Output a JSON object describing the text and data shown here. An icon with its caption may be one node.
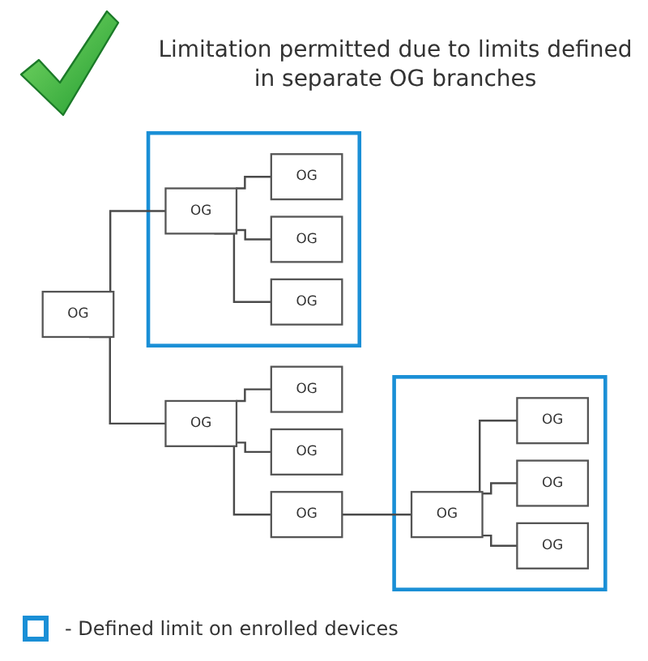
{
  "diagram": {
    "title": "Limitation permitted due to limits defined in separate OG branches",
    "nodes": [
      {
        "text": [
          "OG"
        ]
      },
      {
        "text": [],
        "shape": "box"
      },
      {
        "text": [
          "OG"
        ],
        "in": 1
      },
      {
        "text": [
          "OG"
        ],
        "in": 1
      },
      {
        "text": [
          "OG"
        ],
        "in": 1
      },
      {
        "text": [
          "OG"
        ],
        "in": 1
      },
      {
        "text": [
          "OG"
        ]
      },
      {
        "text": [
          "OG"
        ]
      },
      {
        "text": [
          "OG"
        ]
      },
      {
        "text": [
          "OG"
        ]
      },
      {
        "text": [],
        "shape": "box"
      },
      {
        "text": [
          "OG"
        ],
        "in": 10
      },
      {
        "text": [
          "OG"
        ],
        "in": 10
      },
      {
        "text": [
          "OG"
        ],
        "in": 10
      },
      {
        "text": [
          "OG"
        ],
        "in": 10
      }
    ],
    "edges": [
      {
        "from": 0,
        "to": 2,
        "arrow": "none"
      },
      {
        "from": 0,
        "to": 6,
        "arrow": "none"
      },
      {
        "from": 2,
        "to": 3,
        "arrow": "none"
      },
      {
        "from": 2,
        "to": 4,
        "arrow": "none"
      },
      {
        "from": 2,
        "to": 5,
        "arrow": "none"
      },
      {
        "from": 6,
        "to": 7,
        "arrow": "none"
      },
      {
        "from": 6,
        "to": 8,
        "arrow": "none"
      },
      {
        "from": 6,
        "to": 9,
        "arrow": "none"
      },
      {
        "from": 8,
        "to": 11,
        "arrow": "none"
      },
      {
        "from": 11,
        "to": 12,
        "arrow": "none"
      },
      {
        "from": 11,
        "to": 13,
        "arrow": "none"
      },
      {
        "from": 11,
        "to": 14,
        "arrow": "none"
      }
    ],
    "legend": [
      {
        "text": "- Defined limit on enrolled devices",
        "color": "#1a8fd6"
      }
    ]
  }
}
